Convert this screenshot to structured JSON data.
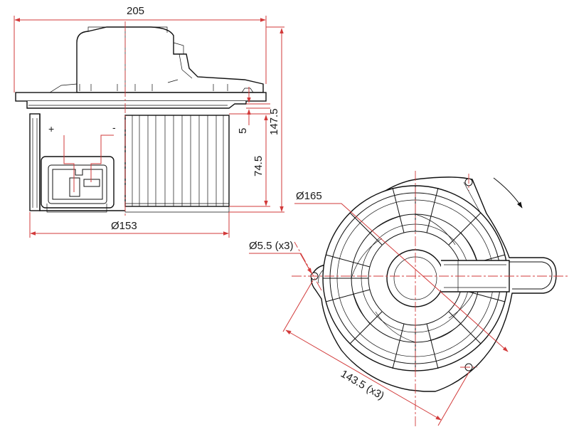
{
  "dimensions": {
    "overall_width": "205",
    "overall_height": "147.5",
    "flange_offset": "5",
    "wheel_height": "74.5",
    "wheel_diameter": "Ø153",
    "outer_diameter": "Ø165",
    "mount_hole": "Ø5.5 (x3)",
    "hole_spacing": "143.5 (x3)"
  },
  "connector": {
    "positive": "+",
    "negative": "-"
  },
  "colors": {
    "dimension_line": "#d23a3a",
    "outline": "#111111"
  }
}
